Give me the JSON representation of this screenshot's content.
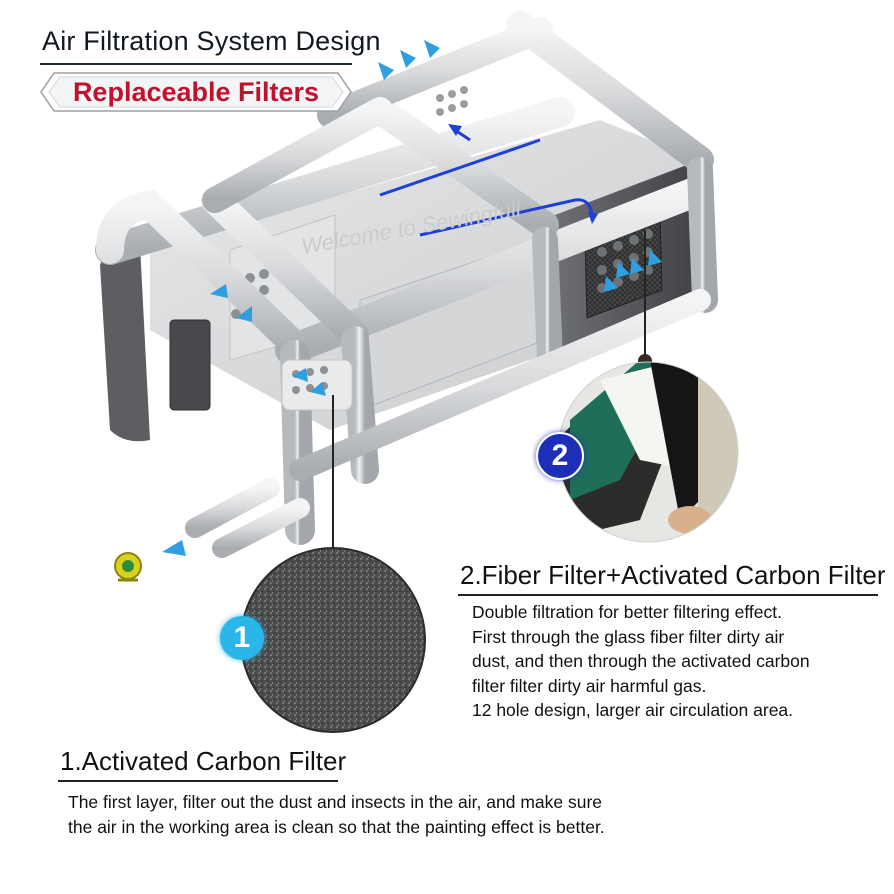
{
  "header": {
    "title": "Air Filtration System Design",
    "badge": "Replaceable Filters"
  },
  "watermark": "Welcome to Sewingfull",
  "markers": {
    "one": "1",
    "two": "2"
  },
  "fiber_filter": {
    "heading": "2.Fiber Filter+Activated Carbon Filter",
    "lines": [
      "Double filtration for better filtering effect.",
      "First through the glass fiber filter dirty air",
      "dust, and then through the activated carbon",
      "filter filter dirty air harmful gas.",
      "12 hole design, larger air circulation area."
    ]
  },
  "carbon_filter": {
    "heading": "1.Activated Carbon Filter",
    "lines": [
      "The first layer, filter out the dust and insects in the air, and make sure",
      "the air in the working area is clean so that the painting effect is better."
    ]
  },
  "colors": {
    "title_text": "#101820",
    "badge_text": "#c0122c",
    "marker_one": "#29b6e8",
    "marker_two": "#1d2fb8",
    "airflow_arrow": "#2f9fe0",
    "flow_line": "#1f3fd6"
  }
}
